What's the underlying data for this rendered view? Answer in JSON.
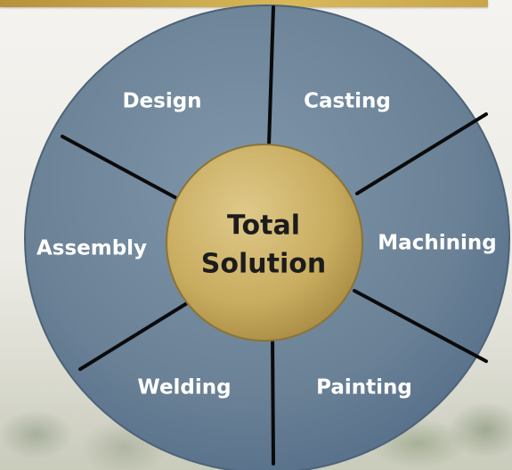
{
  "diagram": {
    "hub": {
      "line1": "Total",
      "line2": "Solution"
    },
    "segments": [
      {
        "label": "Design"
      },
      {
        "label": "Casting"
      },
      {
        "label": "Machining"
      },
      {
        "label": "Painting"
      },
      {
        "label": "Welding"
      },
      {
        "label": "Assembly"
      }
    ]
  },
  "colors": {
    "wheel": "#6c8398",
    "hub": "#c9ae62",
    "divider": "#0b0b0b",
    "accent_rule": "#c9a54a"
  }
}
